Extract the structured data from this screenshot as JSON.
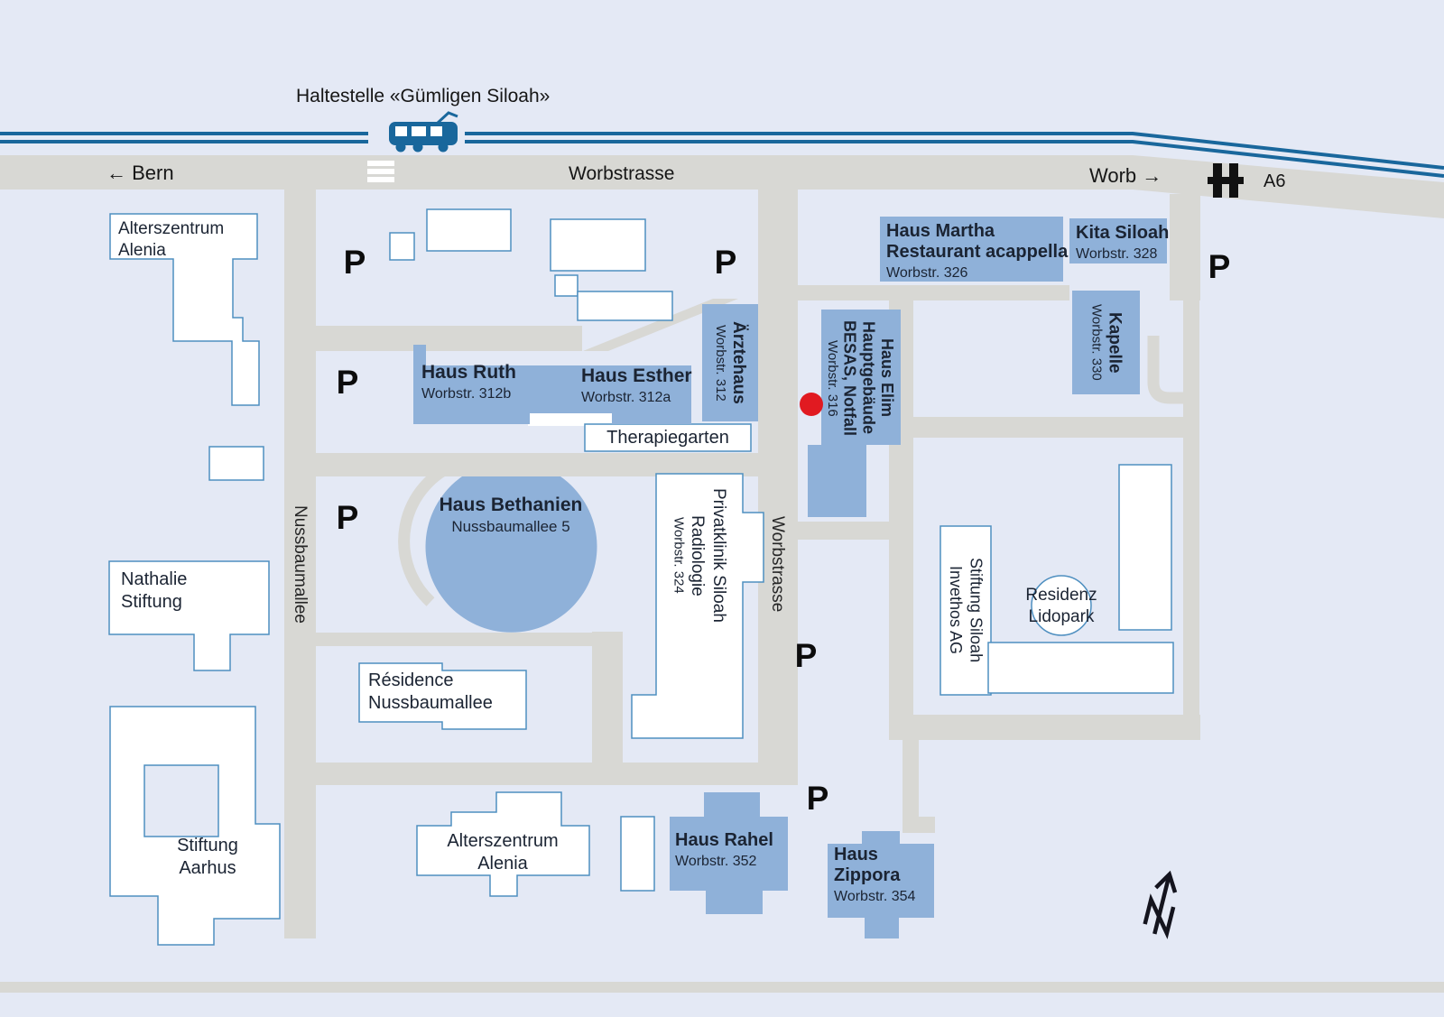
{
  "map": {
    "stop_label": "Haltestelle «Gümligen Siloah»",
    "parking_label": "P",
    "streets": {
      "bern": "← Bern",
      "worbstrasse_top": "Worbstrasse",
      "worb": "Worb →",
      "motorway": "A6",
      "nussbaumallee": "Nussbaumallee",
      "worbstrasse_south": "Worbstrasse"
    },
    "buildings": {
      "alenia_top": {
        "line1": "Alterszentrum",
        "line2": "Alenia"
      },
      "ruth": {
        "name": "Haus Ruth",
        "addr": "Worbstr. 312b"
      },
      "esther": {
        "name": "Haus Esther",
        "addr": "Worbstr. 312a"
      },
      "aerztehaus": {
        "name": "Ärztehaus",
        "addr": "Worbstr. 312"
      },
      "therapiegarten": {
        "name": "Therapiegarten"
      },
      "elim": {
        "line1": "Haus Elim",
        "line2": "Hauptgebäude",
        "line3": "BESAS, Notfall",
        "addr": "Worbstr. 316"
      },
      "martha": {
        "line1": "Haus Martha",
        "line2": "Restaurant acappella",
        "addr": "Worbstr. 326"
      },
      "kita": {
        "name": "Kita Siloah",
        "addr": "Worbstr. 328"
      },
      "kapelle": {
        "name": "Kapelle",
        "addr": "Worbstr. 330"
      },
      "bethanien": {
        "name": "Haus Bethanien",
        "addr": "Nussbaumallee 5"
      },
      "privatklinik": {
        "line1": "Privatklinik Siloah",
        "line2": "Radiologie",
        "addr": "Worbstr. 324"
      },
      "nathalie": {
        "line1": "Nathalie",
        "line2": "Stiftung"
      },
      "residence": {
        "line1": "Résidence",
        "line2": "Nussbaumallee"
      },
      "aarhus": {
        "line1": "Stiftung",
        "line2": "Aarhus"
      },
      "alenia_bottom": {
        "line1": "Alterszentrum",
        "line2": "Alenia"
      },
      "rahel": {
        "name": "Haus Rahel",
        "addr": "Worbstr. 352"
      },
      "zippora": {
        "line1": "Haus",
        "line2": "Zippora",
        "addr": "Worbstr. 354"
      },
      "stiftung_siloah": {
        "line1": "Stiftung Siloah",
        "line2": "Invethos AG"
      },
      "lidopark": {
        "line1": "Residenz",
        "line2": "Lidopark"
      }
    },
    "colors": {
      "background": "#e4e9f5",
      "road": "#d8d8d4",
      "building_blue": "#8fb1d9",
      "building_outline": "#4e8fc0",
      "tram_line": "#19679c",
      "marker_red": "#e11a21",
      "text_dark": "#1b2433"
    }
  }
}
